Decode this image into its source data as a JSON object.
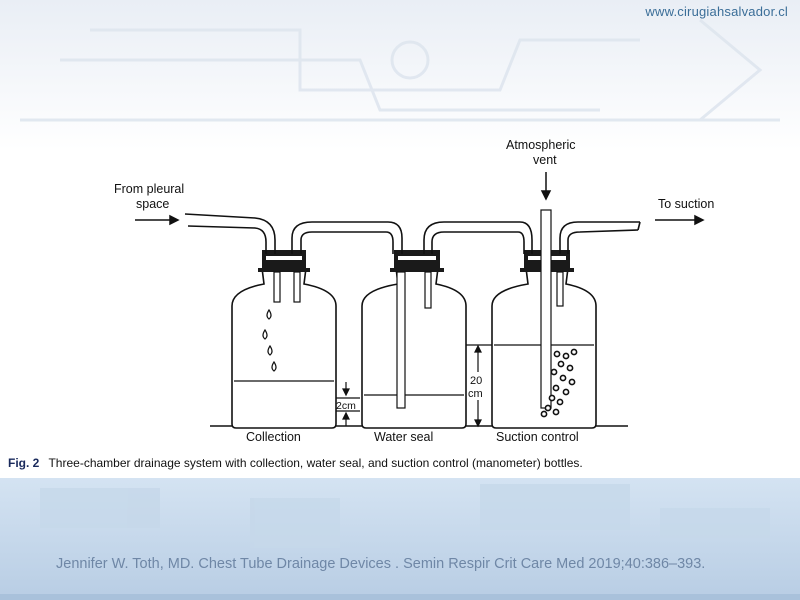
{
  "header": {
    "url": "www.cirugiahsalvador.cl"
  },
  "diagram": {
    "labels": {
      "from_pleural": [
        "From pleural",
        "space"
      ],
      "atmospheric_vent": [
        "Atmospheric",
        "vent"
      ],
      "to_suction": "To suction",
      "measure_2cm": "2cm",
      "measure_20cm": [
        "20",
        "cm"
      ]
    },
    "bottles": [
      "Collection",
      "Water seal",
      "Suction control"
    ]
  },
  "caption": {
    "label": "Fig. 2",
    "text": "Three-chamber drainage system with collection, water seal, and suction control (manometer) bottles."
  },
  "citation": "Jennifer W. Toth, MD. Chest Tube Drainage Devices . Semin Respir Crit Care Med 2019;40:386–393."
}
